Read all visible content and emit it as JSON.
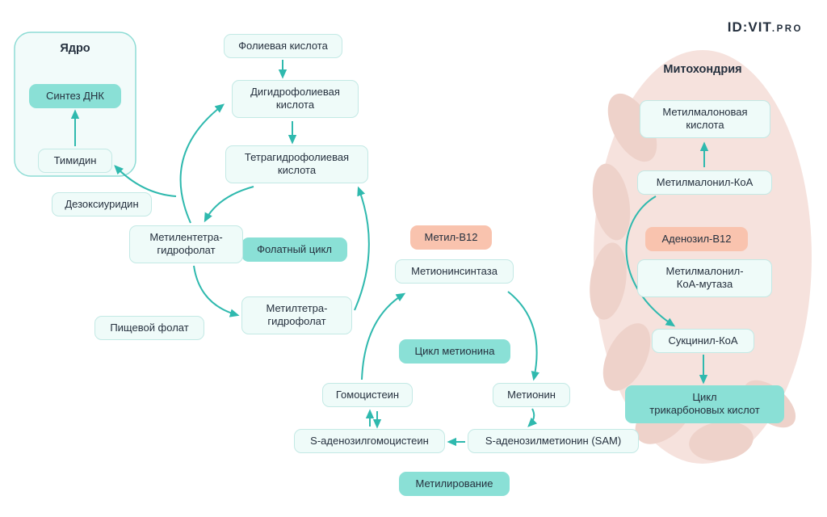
{
  "colors": {
    "ink": "#25303e",
    "arrow": "#2fb9ae",
    "teal-accent": "#8ae0d6",
    "warm": "#f9c3ae",
    "node-bg": "#effbf9",
    "node-border": "#c3e9e5",
    "nucleus-bg": "#f2fbfa",
    "nucleus-border": "#8edcd5",
    "mito": "#f6e2dd",
    "mito-fold": "#eed2ca"
  },
  "logo": {
    "primary": "ID:VIT",
    "suffix": ".PRO"
  },
  "nucleus": {
    "title": "Ядро",
    "dna_synthesis": "Синтез ДНК",
    "thymidine": "Тимидин",
    "deoxyuridine": "Дезоксиуридин"
  },
  "folate_cycle": {
    "food_folate": "Пищевой фолат",
    "folic_acid": "Фолиевая кислота",
    "dihydrofolic_acid": "Дигидрофолиевая\nкислота",
    "tetrahydrofolic_acid": "Тетрагидрофолиевая\nкислота",
    "label": "Фолатный цикл",
    "methylene_thf": "Метилентетра-\nгидрофолат",
    "methyl_thf": "Метилтетра-\nгидрофолат"
  },
  "methionine_cycle": {
    "methyl_b12": "Метил-B12",
    "methionine_synthase": "Метионинсинтаза",
    "label": "Цикл метионина",
    "homocysteine": "Гомоцистеин",
    "methionine": "Метионин",
    "sah": "S-аденозилгомоцистеин",
    "sam": "S-аденозилметионин (SAM)",
    "methylation": "Метилирование"
  },
  "mitochondria": {
    "title": "Митохондрия",
    "methylmalonic_acid": "Метилмалоновая\nкислота",
    "methylmalonyl_coa": "Метилмалонил-КоА",
    "adenosyl_b12": "Аденозил-B12",
    "mmcoa_mutase": "Метилмалонил-\nКоА-мутаза",
    "succinyl_coa": "Сукцинил-КоА",
    "tca_cycle": "Цикл\nтрикарбоновых кислот"
  }
}
